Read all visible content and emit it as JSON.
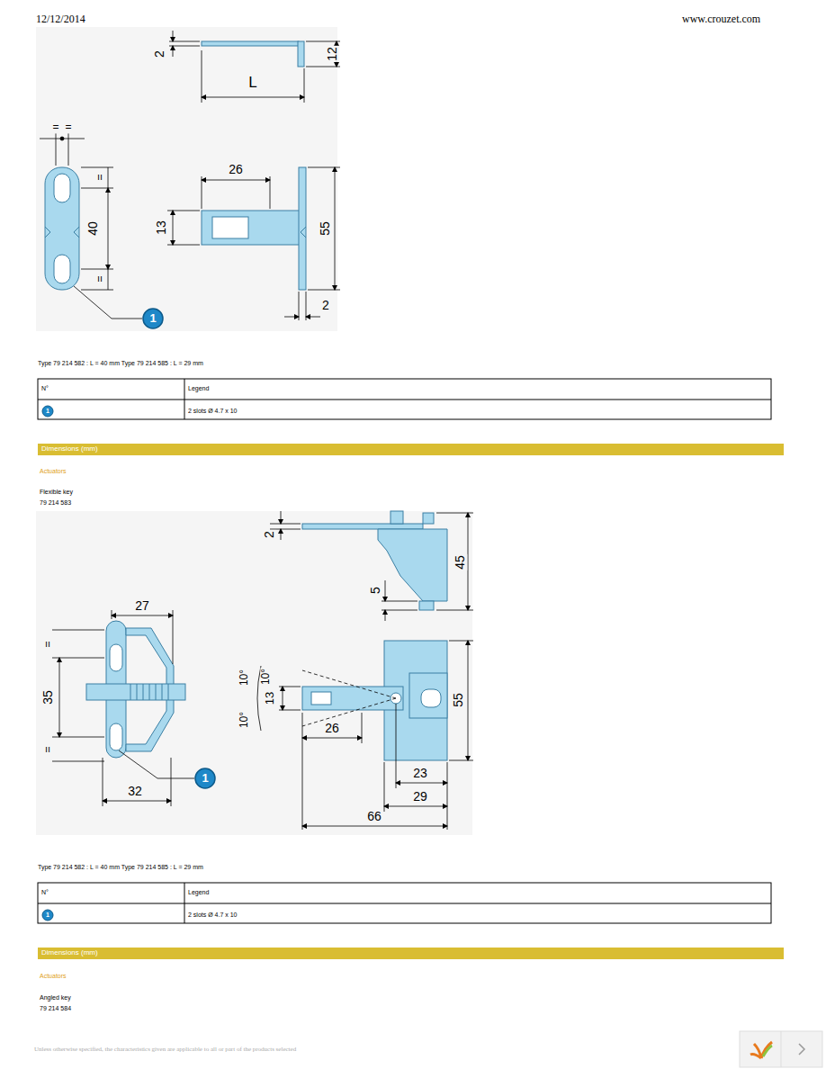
{
  "diagram": {
    "nodes": [
      {
        "text": [
          "Dimensions (mm)"
        ]
      },
      {
        "text": [
          "Dimensions (mm)"
        ]
      }
    ],
    "labels": [
      "12/12/2014",
      "www.crouzet.com",
      "2",
      "12",
      "L",
      "=",
      "=",
      "40",
      "=",
      "=",
      "26",
      "13",
      "55",
      "2",
      "1",
      "Type 79 214 582 : L = 40 mm Type 79 214 585 : L = 29 mm",
      "N°",
      "Legend",
      "1",
      "2 slots Ø 4.7 x 10",
      "Actuators",
      "Flexible key",
      "79 214 583",
      "2",
      "45",
      "5",
      "27",
      "=",
      "35",
      "=",
      "32",
      "1",
      "10°",
      "10°",
      "13",
      "10°",
      "26",
      "55",
      "23",
      "29",
      "66",
      "Type 79 214 582 : L = 40 mm Type 79 214 585 : L = 29 mm",
      "N°",
      "Legend",
      "1",
      "2 slots Ø 4.7 x 10",
      "Actuators",
      "Angled key",
      "79 214 584",
      "Unless otherwise specified, the characteristics given are applicable to all or part of the products selected"
    ]
  }
}
